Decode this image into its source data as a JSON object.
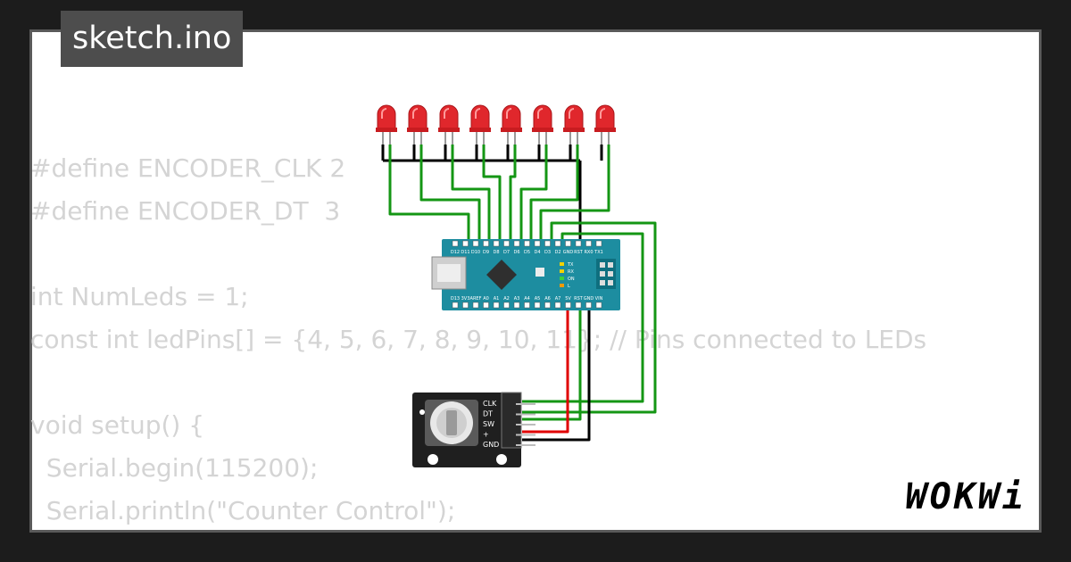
{
  "window": {
    "title": "sketch.ino"
  },
  "code": {
    "lines": [
      "#define ENCODER_CLK 2",
      "#define ENCODER_DT  3",
      "",
      "int NumLeds = 1;",
      "const int ledPins[] = {4, 5, 6, 7, 8, 9, 10, 11}; // Pins connected to LEDs",
      "",
      "void setup() {",
      "  Serial.begin(115200);",
      "  Serial.println(\"Counter Control\");"
    ]
  },
  "board": {
    "top_pins": [
      "D12",
      "D11",
      "D10",
      "D9",
      "D8",
      "D7",
      "D6",
      "D5",
      "D4",
      "D3",
      "D2",
      "GND",
      "RST",
      "RX0",
      "TX1"
    ],
    "bottom_pins": [
      "D13",
      "3V3",
      "AREF",
      "A0",
      "A1",
      "A2",
      "A3",
      "A4",
      "A5",
      "A6",
      "A7",
      "5V",
      "RST",
      "GND",
      "VIN"
    ],
    "led_labels": [
      "TX",
      "RX",
      "ON",
      "L"
    ]
  },
  "encoder": {
    "pin_labels": [
      "CLK",
      "DT",
      "SW",
      "+",
      "GND"
    ]
  },
  "leds": {
    "count": 8,
    "color": "#e0272c"
  },
  "colors": {
    "wire_green": "#149614",
    "wire_black": "#000000",
    "wire_red": "#e00000",
    "board": "#1d8da0"
  },
  "brand": {
    "logo": "WOKWi"
  }
}
